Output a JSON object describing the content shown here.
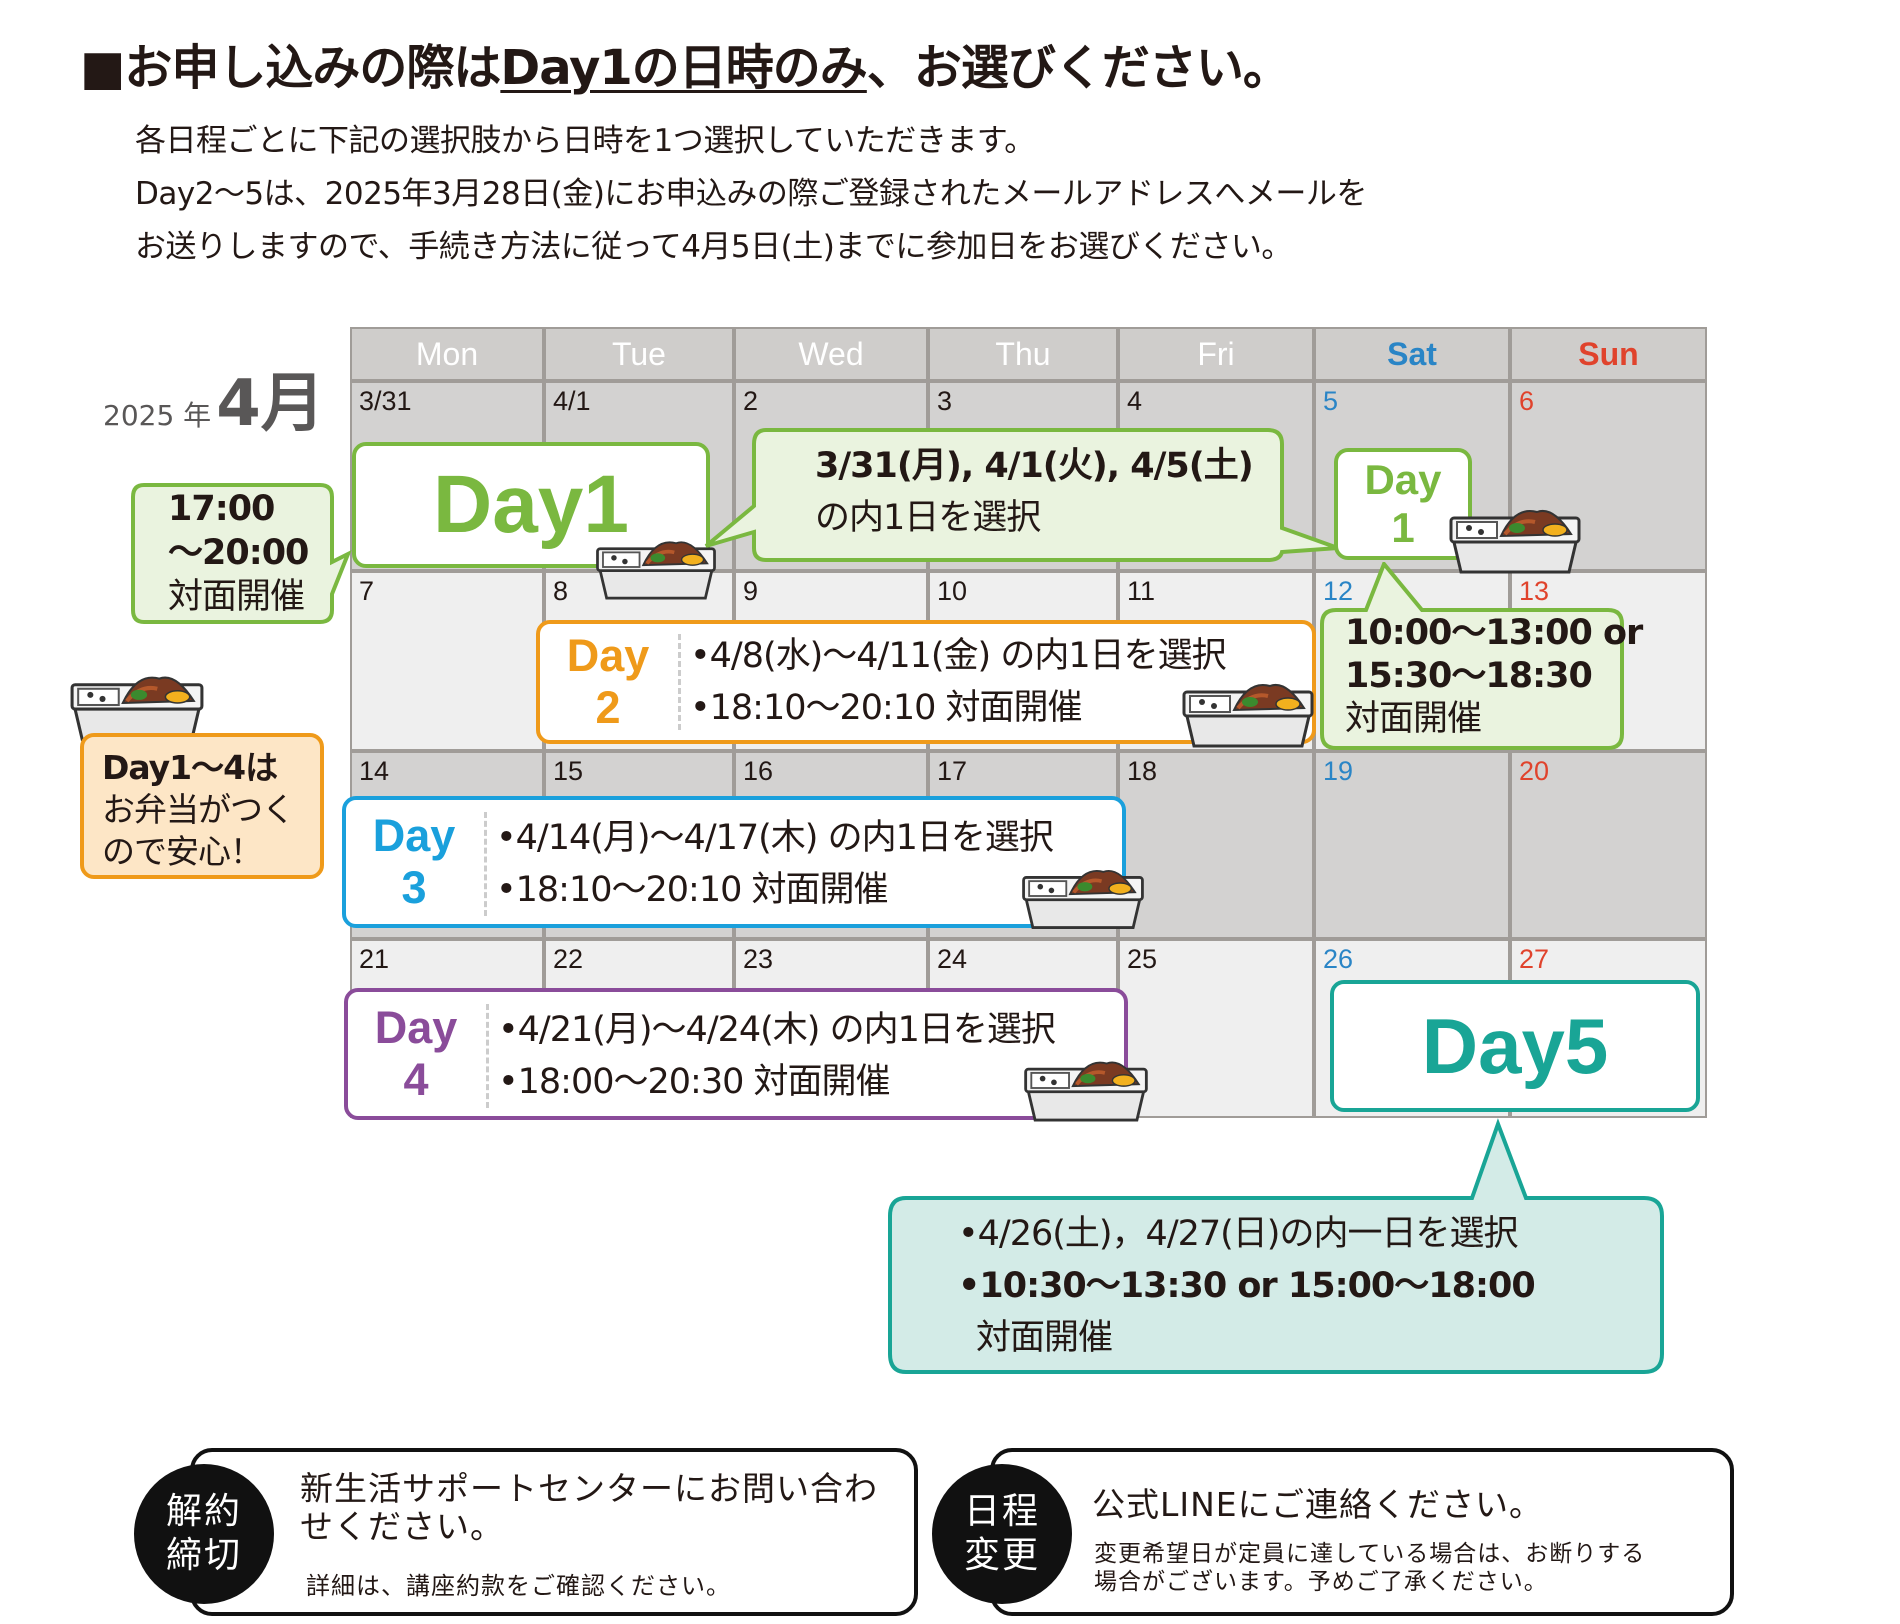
{
  "header": {
    "title_prefix": "■お申し込みの際は",
    "title_underlined": "Day1の日時のみ",
    "title_suffix": "、お選びください。",
    "line1": "各日程ごとに下記の選択肢から日時を1つ選択していただきます。",
    "line2": "Day2〜5は、2025年3月28日(金)にお申込みの際ご登録されたメールアドレスへメールを",
    "line3": "お送りしますので、手続き方法に従って4月5日(土)までに参加日をお選びください。"
  },
  "calendar": {
    "year_label": "2025 年",
    "month_label": "4月",
    "weekdays": [
      "Mon",
      "Tue",
      "Wed",
      "Thu",
      "Fri",
      "Sat",
      "Sun"
    ],
    "weeks": [
      [
        "3/31",
        "4/1",
        "2",
        "3",
        "4",
        "5",
        "6"
      ],
      [
        "7",
        "8",
        "9",
        "10",
        "11",
        "12",
        "13"
      ],
      [
        "14",
        "15",
        "16",
        "17",
        "18",
        "19",
        "20"
      ],
      [
        "21",
        "22",
        "23",
        "24",
        "25",
        "26",
        "27"
      ]
    ]
  },
  "day1": {
    "label": "Day1",
    "time_note": [
      "17:00",
      "〜20:00",
      "対面開催"
    ],
    "choice_line1": "3/31(月), 4/1(火), 4/5(土)",
    "choice_line2": "の内1日を選択",
    "sat_label_1": "Day",
    "sat_label_2": "1",
    "sat_note": [
      "10:00〜13:00 or",
      "15:30〜18:30",
      "対面開催"
    ]
  },
  "day2": {
    "label_1": "Day",
    "label_2": "2",
    "line1": "•4/8(水)〜4/11(金) の内1日を選択",
    "line2": "•18:10〜20:10 対面開催"
  },
  "day3": {
    "label_1": "Day",
    "label_2": "3",
    "line1": "•4/14(月)〜4/17(木) の内1日を選択",
    "line2": "•18:10〜20:10 対面開催"
  },
  "day4": {
    "label_1": "Day",
    "label_2": "4",
    "line1": "•4/21(月)〜4/24(木) の内1日を選択",
    "line2": "•18:00〜20:30 対面開催"
  },
  "day5": {
    "label": "Day5",
    "line1": "•4/26(土)，4/27(日)の内一日を選択",
    "line2": "•10:30〜13:30 or 15:00〜18:00",
    "line3": "対面開催"
  },
  "bento_note": [
    "Day1〜4は",
    "お弁当がつく",
    "ので安心！"
  ],
  "footer": {
    "cancel": {
      "badge_1": "解約",
      "badge_2": "締切",
      "main": [
        "新生活サポートセンターにお問い合わ",
        "せください。"
      ],
      "sub": "詳細は、講座約款をご確認ください。"
    },
    "change": {
      "badge_1": "日程",
      "badge_2": "変更",
      "main": "公式LINEにご連絡ください。",
      "sub": [
        "変更希望日が定員に達している場合は、お断りする",
        "場合がございます。予めご了承ください。"
      ]
    }
  },
  "colors": {
    "day1": "#7ab840",
    "day2": "#ef9a1a",
    "day3": "#1aa0dc",
    "day4": "#8a4c9a",
    "day5": "#19a596",
    "sat": "#2a85c6",
    "sun": "#e0432c"
  }
}
